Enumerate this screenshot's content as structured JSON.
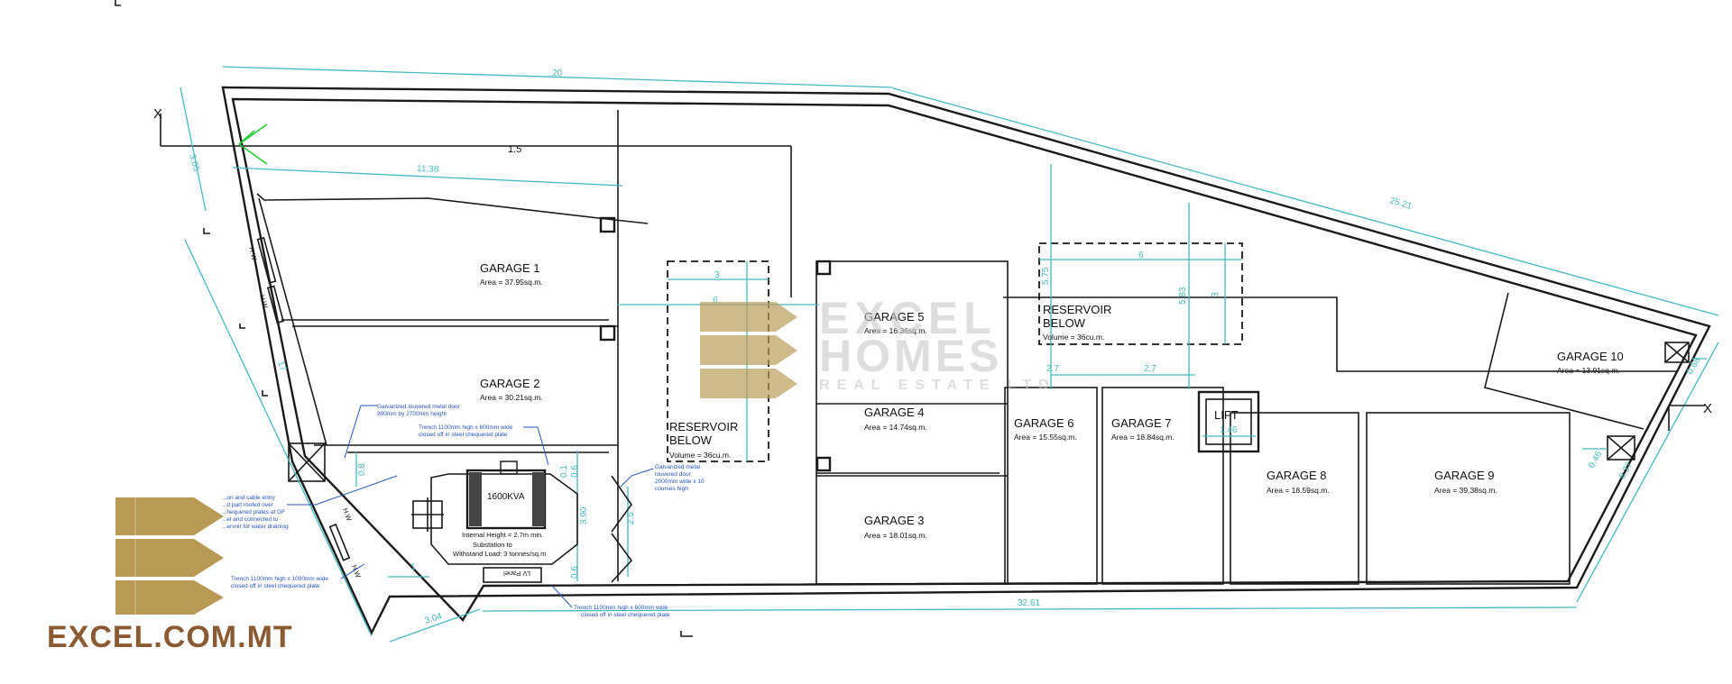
{
  "plan": {
    "dimensions": {
      "top": "20",
      "left_top": "3.05",
      "inner_top": "11.38",
      "section": "1.5",
      "right_diag": "25.21",
      "left": "17",
      "bottom": "32.61",
      "bottom_left": "3.04",
      "right_bottom": "8.37",
      "reservoir_a_width": "3",
      "reservoir_a_offset": "6",
      "reservoir_b_width": "6",
      "reservoir_b_height": "3",
      "dim_575": "5.75",
      "dim_583": "5.83",
      "dim_27a": "2.7",
      "dim_27b": "2.7",
      "lift_width": "1.46",
      "sub_08": "0.8",
      "sub_01": "0.1",
      "sub_06": "0.6",
      "sub_390": "3.90",
      "sub_25": "2.5",
      "sub_06b": "0.6",
      "sub_1": "1",
      "g10_a": "0.68",
      "g10_b": "0.46"
    },
    "garages": [
      {
        "name": "GARAGE 1",
        "area": "Area = 37.95sq.m."
      },
      {
        "name": "GARAGE 2",
        "area": "Area = 30.21sq.m."
      },
      {
        "name": "GARAGE 3",
        "area": "Area = 18.01sq.m."
      },
      {
        "name": "GARAGE 4",
        "area": "Area = 14.74sq.m."
      },
      {
        "name": "GARAGE 5",
        "area": "Area = 16.36sq.m."
      },
      {
        "name": "GARAGE 6",
        "area": "Area = 15.55sq.m."
      },
      {
        "name": "GARAGE 7",
        "area": "Area = 18.84sq.m."
      },
      {
        "name": "GARAGE 8",
        "area": "Area = 18.59sq.m."
      },
      {
        "name": "GARAGE 9",
        "area": "Area = 39.38sq.m."
      },
      {
        "name": "GARAGE 10",
        "area": "Area = 13.91sq.m."
      }
    ],
    "reservoir_a": {
      "line1": "RESERVOIR",
      "line2": "BELOW",
      "volume": "Volume = 36cu.m."
    },
    "reservoir_b": {
      "line1": "RESERVOIR",
      "line2": "BELOW",
      "volume": "Volume = 36cu.m."
    },
    "lift": "LIFT",
    "hw_label": "H.W",
    "section_mark": "X",
    "substation": {
      "kva": "1600KVA",
      "height": "Internal Height = 2.7m min.",
      "line1": "Substation to",
      "line2": "Withstand Load: 3 tonnes/sq.m",
      "lv_panel": "LV Panel"
    },
    "notes": {
      "louvered_door": [
        "Galvanized louvered metal door",
        "990mm by 2700mm height"
      ],
      "trench_top": [
        "Trench 1100mm high x 600mm wide",
        "closed off in steel chequered plate"
      ],
      "metal_door": [
        "Galvanized metal",
        "louvered door",
        "2000mm wide x 10",
        "courses high"
      ],
      "cable_entry": [
        "...on and cable entry",
        "...d part roofed over",
        "...hequered plates at GF",
        "...el and connected to",
        "...ervoir for water draining"
      ],
      "trench_left": [
        "Trench 1100mm high x 1000mm wide",
        "closed off in steel chequered plate"
      ],
      "trench_bottom": [
        "Trench 1100mm high x 600mm wide",
        "closed off in steel chequered plate"
      ]
    }
  },
  "watermark": {
    "line1": "EXCEL",
    "line2": "HOMES",
    "line3": "REAL ESTATE LTD"
  },
  "brand": {
    "url": "EXCEL.COM.MT",
    "gold": "#b89a55",
    "url_color": "#8a5a32"
  }
}
